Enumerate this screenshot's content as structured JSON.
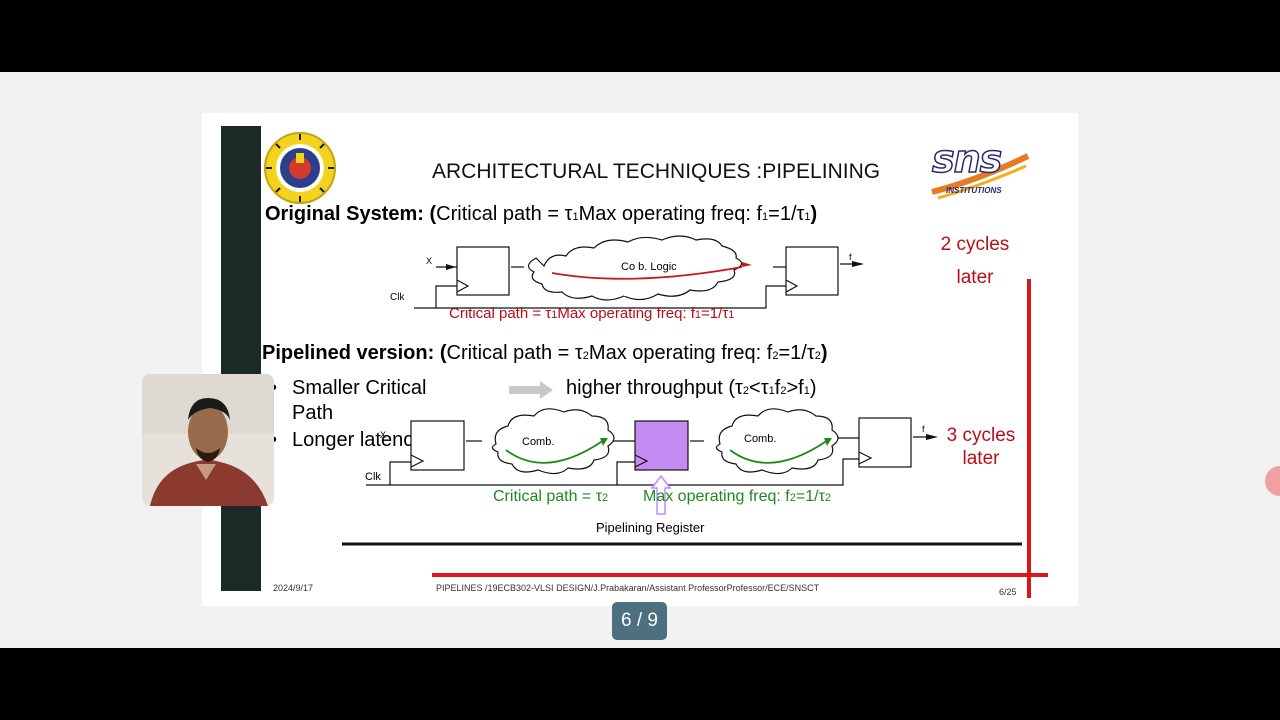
{
  "slide": {
    "title": "ARCHITECTURAL TECHNIQUES :PIPELINING",
    "original": {
      "label": "Original System:",
      "paren_open": "(",
      "critical": "Critical path = τ",
      "sub1": "1",
      "maxfreq": "Max operating freq: f",
      "sub2": "1",
      "eq": "=1/τ",
      "sub3": "1",
      "paren_close": ")"
    },
    "diagram1": {
      "x_label": "X",
      "f_label": "f",
      "clk_label": "Clk",
      "comb_logic": "Co b. Logic",
      "caption": "Critical path = τ",
      "caption_sub": "1",
      "caption2": "Max operating freq: f",
      "caption2_sub": "1",
      "caption3": "=1/τ",
      "caption3_sub": "1"
    },
    "pipelined": {
      "label": "Pipelined version:",
      "paren_open": "(",
      "critical": "Critical path = τ",
      "sub1": "2",
      "maxfreq": "Max operating freq: f",
      "sub2": "2",
      "eq": "=1/τ",
      "sub3": "2",
      "paren_close": ")"
    },
    "bullets": {
      "item1_line1": "Smaller Critical",
      "item1_line2": "Path",
      "item2": "Longer latency",
      "throughput_a": "higher throughput (τ",
      "throughput_sub1": "2",
      "throughput_b": "<τ",
      "throughput_sub2": "1",
      "throughput_c": "f",
      "throughput_sub3": "2",
      "throughput_d": ">f",
      "throughput_sub4": "1",
      "throughput_e": ")"
    },
    "diagram2": {
      "x_label": "X",
      "f_label": "f",
      "clk_label": "Clk",
      "comb1": "Comb.",
      "comb2": "Comb.",
      "caption_a": "Critical path = τ",
      "caption_a_sub": "2",
      "caption_b": "Max operating freq: f",
      "caption_b_sub": "2",
      "caption_c": "=1/τ",
      "caption_c_sub": "2",
      "register_label": "Pipelining Register"
    },
    "annotations": {
      "two_cycles_1": "2 cycles",
      "two_cycles_2": "later",
      "three_cycles_1": "3 cycles",
      "three_cycles_2": "later"
    },
    "footer": {
      "date": "2024/9/17",
      "course": "PIPELINES /19ECB302-VLSI DESIGN/J.Prabakaran/Assistant ProfessorProfessor/ECE/SNSCT",
      "page": "6/25"
    },
    "logo_text": "sns",
    "logo_sub": "INSTITUTIONS"
  },
  "viewer": {
    "page_indicator": "6 / 9"
  },
  "colors": {
    "accent_red": "#b80e18",
    "green": "#1e8a1e",
    "register_fill": "#c48cf2",
    "indicator_bg": "#4d6f80"
  }
}
